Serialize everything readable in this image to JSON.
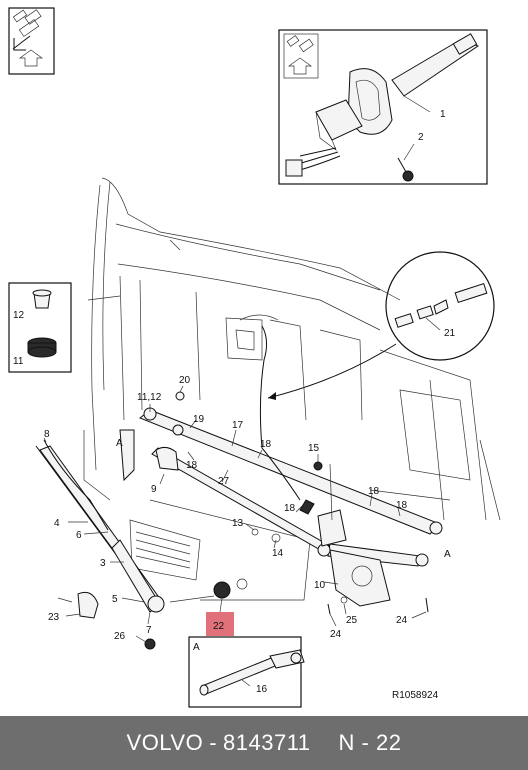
{
  "diagram": {
    "ref_code": "R1058924",
    "callouts": {
      "c1": "1",
      "c2": "2",
      "c3": "3",
      "c4": "4",
      "c5": "5",
      "c6": "6",
      "c7": "7",
      "c8": "8",
      "c9": "9",
      "c10": "10",
      "c11a": "11",
      "c11b": "11,12",
      "c12": "12",
      "c13": "13",
      "c14": "14",
      "c15": "15",
      "c16": "16",
      "c17": "17",
      "c18a": "18",
      "c18b": "18",
      "c18c": "18",
      "c18d": "18",
      "c19": "19",
      "c20": "20",
      "c21": "21",
      "c22": "22",
      "c23": "23",
      "c24a": "24",
      "c24b": "24",
      "c25": "25",
      "c26": "26",
      "c27": "27",
      "refA1": "A",
      "refA2": "A",
      "refA3": "A"
    },
    "highlight_color": "#e0707a"
  },
  "footer": {
    "brand": "VOLVO",
    "part_number": "8143711",
    "position": "N - 22",
    "separator": "-"
  }
}
